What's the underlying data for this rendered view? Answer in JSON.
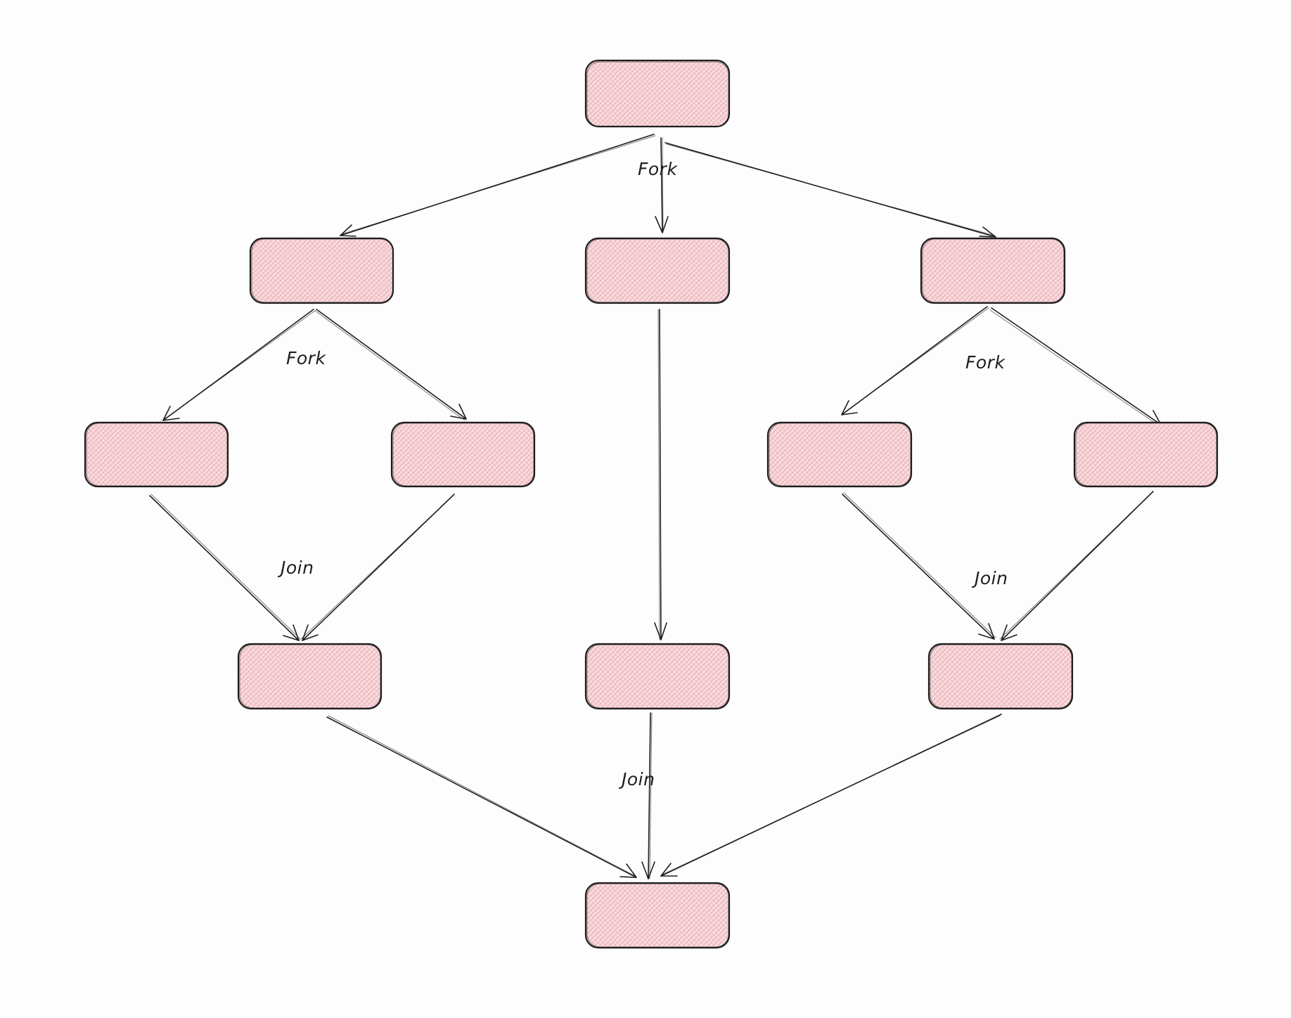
{
  "diagram": {
    "type": "fork-join flow diagram",
    "node_fill": "#f8d7da",
    "hatch_color": "#e89aa0",
    "stroke_color": "#1e1e1e",
    "labels": {
      "top_fork": "Fork",
      "left_fork": "Fork",
      "right_fork": "Fork",
      "left_join": "Join",
      "right_join": "Join",
      "final_join": "Join"
    },
    "nodes": [
      {
        "id": "root"
      },
      {
        "id": "left-branch"
      },
      {
        "id": "center-branch"
      },
      {
        "id": "right-branch"
      },
      {
        "id": "left-left-task"
      },
      {
        "id": "left-right-task"
      },
      {
        "id": "right-left-task"
      },
      {
        "id": "right-right-task"
      },
      {
        "id": "left-join-node"
      },
      {
        "id": "center-join-node"
      },
      {
        "id": "right-join-node"
      },
      {
        "id": "final-node"
      }
    ],
    "edges": [
      {
        "from": "root",
        "to": "left-branch"
      },
      {
        "from": "root",
        "to": "center-branch"
      },
      {
        "from": "root",
        "to": "right-branch"
      },
      {
        "from": "left-branch",
        "to": "left-left-task"
      },
      {
        "from": "left-branch",
        "to": "left-right-task"
      },
      {
        "from": "center-branch",
        "to": "center-join-node"
      },
      {
        "from": "right-branch",
        "to": "right-left-task"
      },
      {
        "from": "right-branch",
        "to": "right-right-task"
      },
      {
        "from": "left-left-task",
        "to": "left-join-node"
      },
      {
        "from": "left-right-task",
        "to": "left-join-node"
      },
      {
        "from": "right-left-task",
        "to": "right-join-node"
      },
      {
        "from": "right-right-task",
        "to": "right-join-node"
      },
      {
        "from": "left-join-node",
        "to": "final-node"
      },
      {
        "from": "center-join-node",
        "to": "final-node"
      },
      {
        "from": "right-join-node",
        "to": "final-node"
      }
    ]
  }
}
